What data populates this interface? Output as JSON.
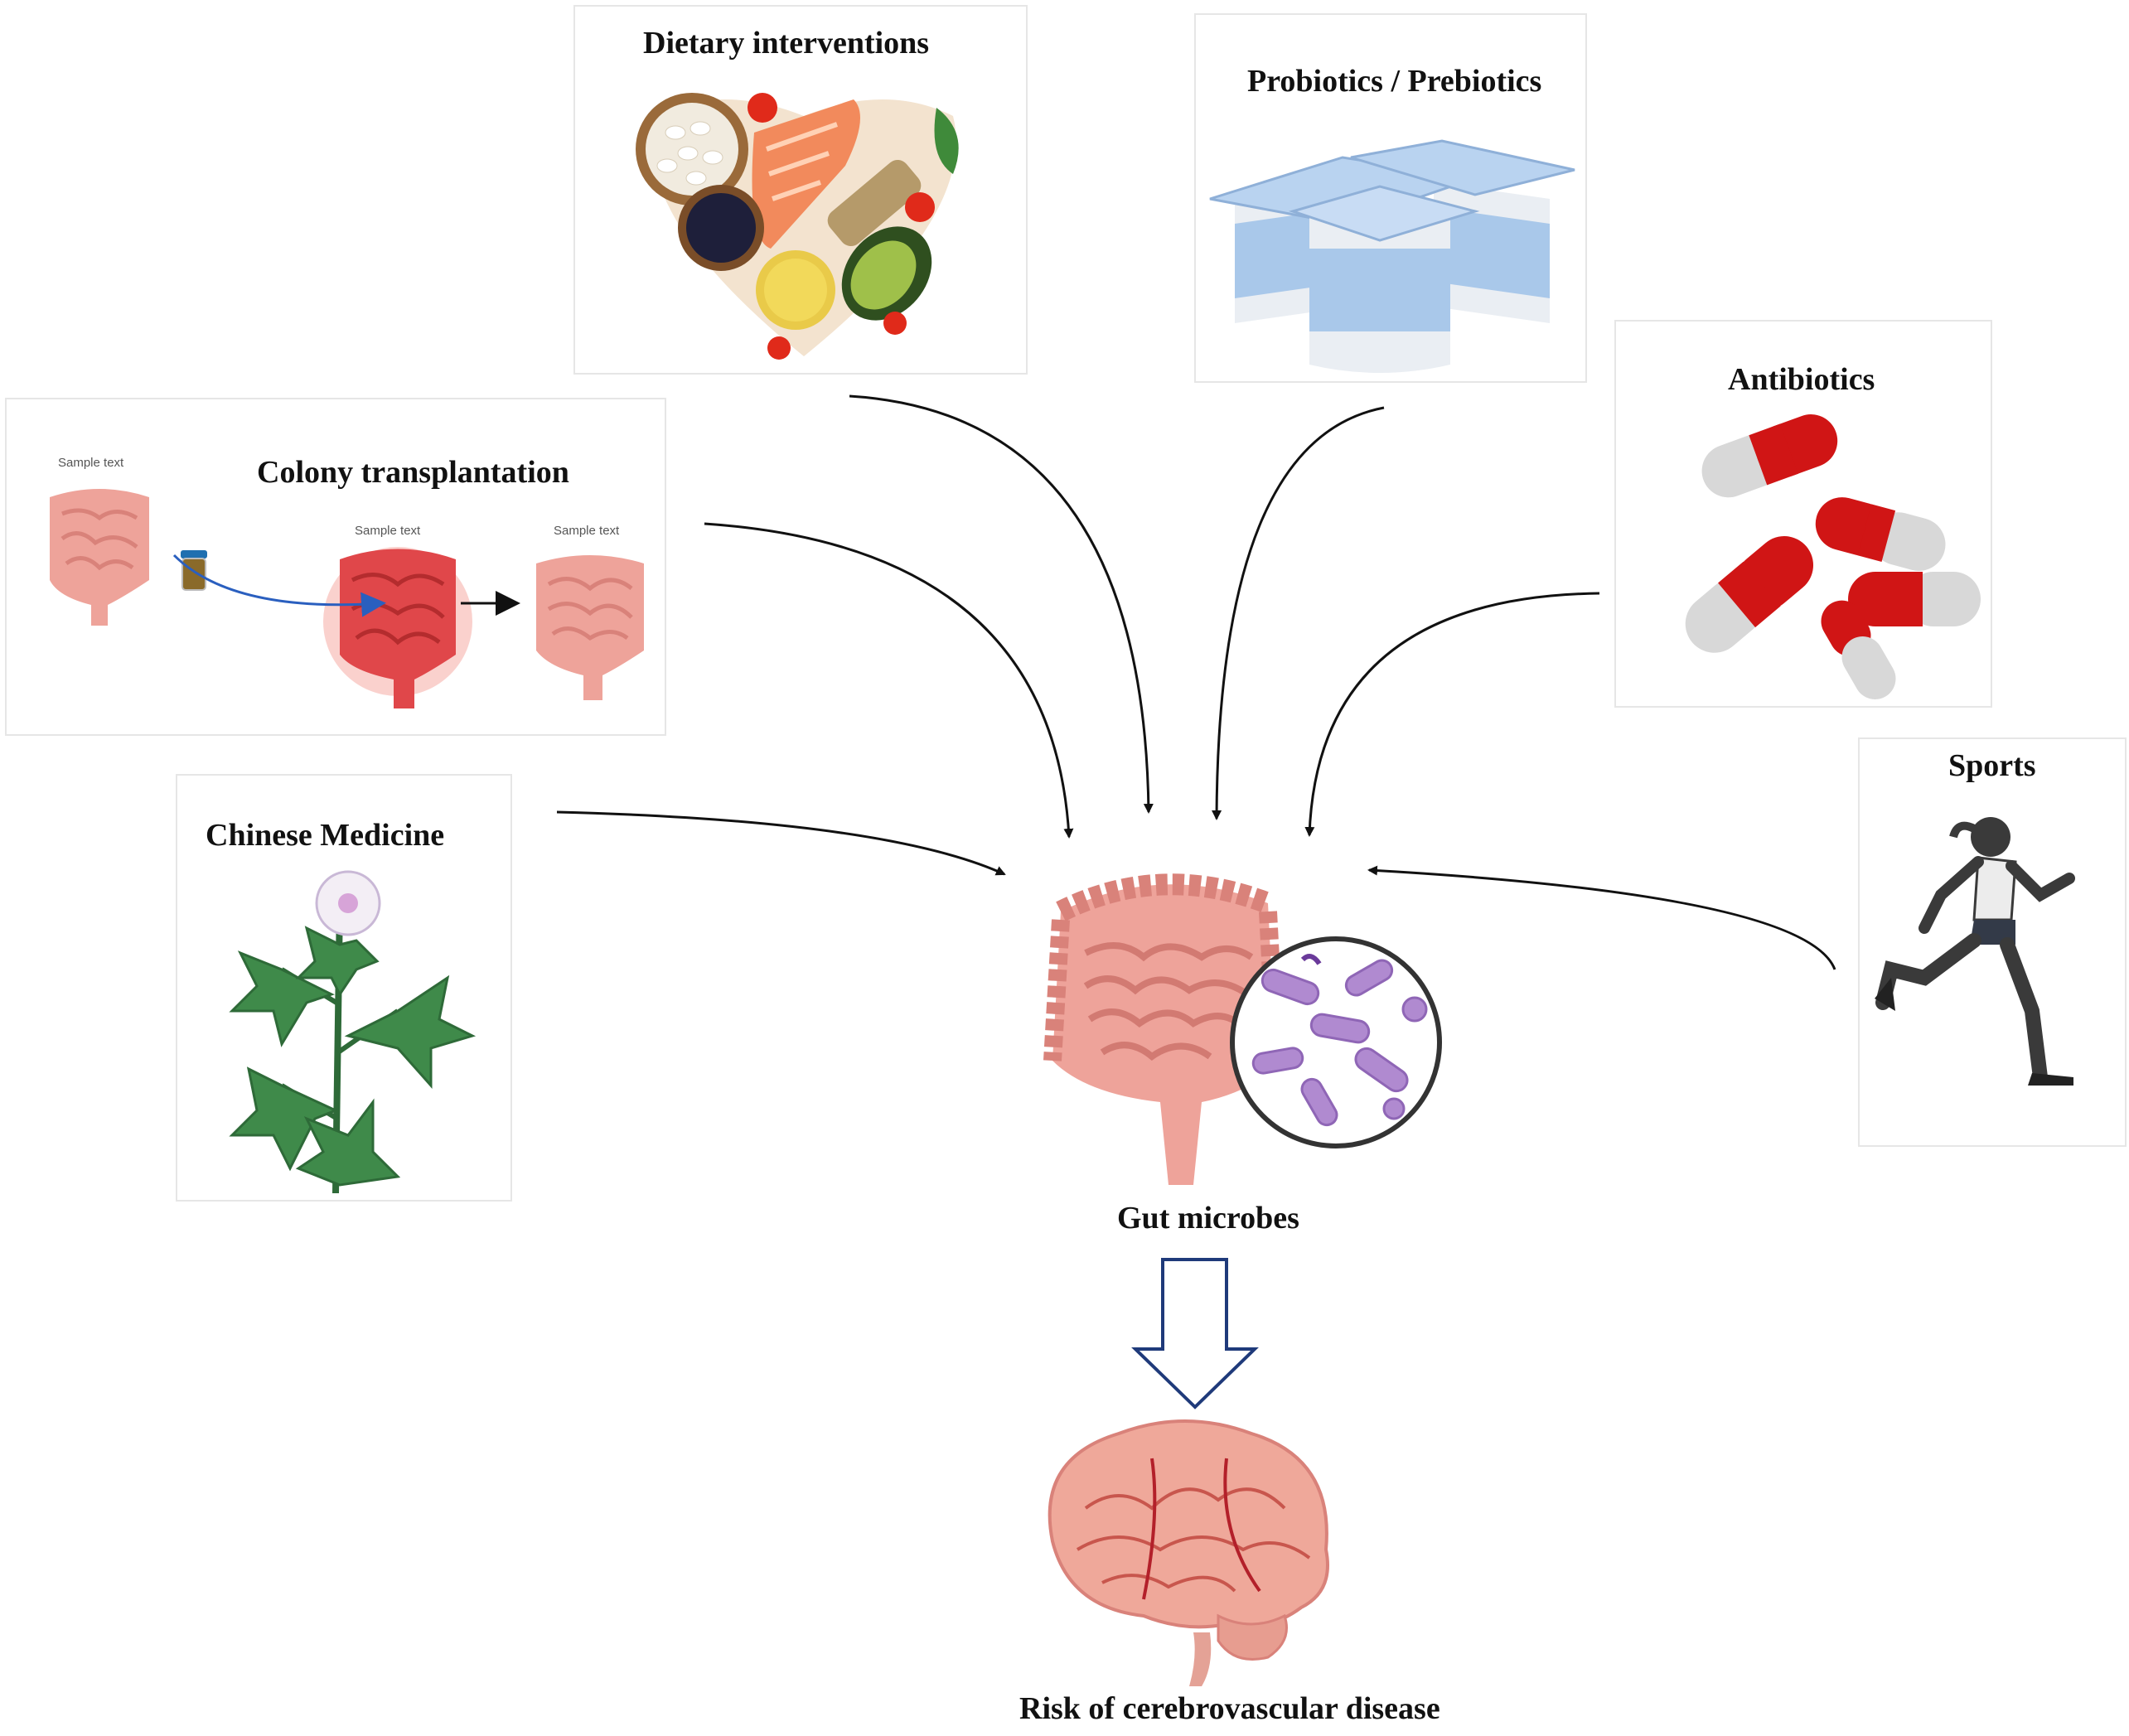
{
  "labels": {
    "dietary": "Dietary interventions",
    "probiotics": "Probiotics / Prebiotics",
    "antibiotics": "Antibiotics",
    "colony": "Colony transplantation",
    "chinese_medicine": "Chinese Medicine",
    "sports": "Sports",
    "gut_microbes": "Gut microbes",
    "risk": "Risk of cerebrovascular disease"
  },
  "colony_panel": {
    "sample_text_1": "Sample text",
    "sample_text_2": "Sample text",
    "sample_text_3": "Sample text"
  },
  "colors": {
    "intestine": "#eea39a",
    "intestine_dark": "#d9827a",
    "intestine_red": "#e0474a",
    "bacteria": "#b08ad0",
    "yogurt_cup": "#a9c8ea",
    "pill_red": "#d01515",
    "pill_grey": "#d8d8d8",
    "leaf": "#3f8a4a",
    "brain": "#efa89a",
    "outline_arrow": "#1f3a7a"
  },
  "icons": {
    "food": "food-bowl-icon",
    "yogurt": "yogurt-cups-icon",
    "pills": "capsule-pills-icon",
    "intestine": "intestine-icon",
    "bacteria": "bacteria-magnifier-icon",
    "herb": "herb-plant-icon",
    "runner": "runner-icon",
    "brain": "brain-icon"
  }
}
